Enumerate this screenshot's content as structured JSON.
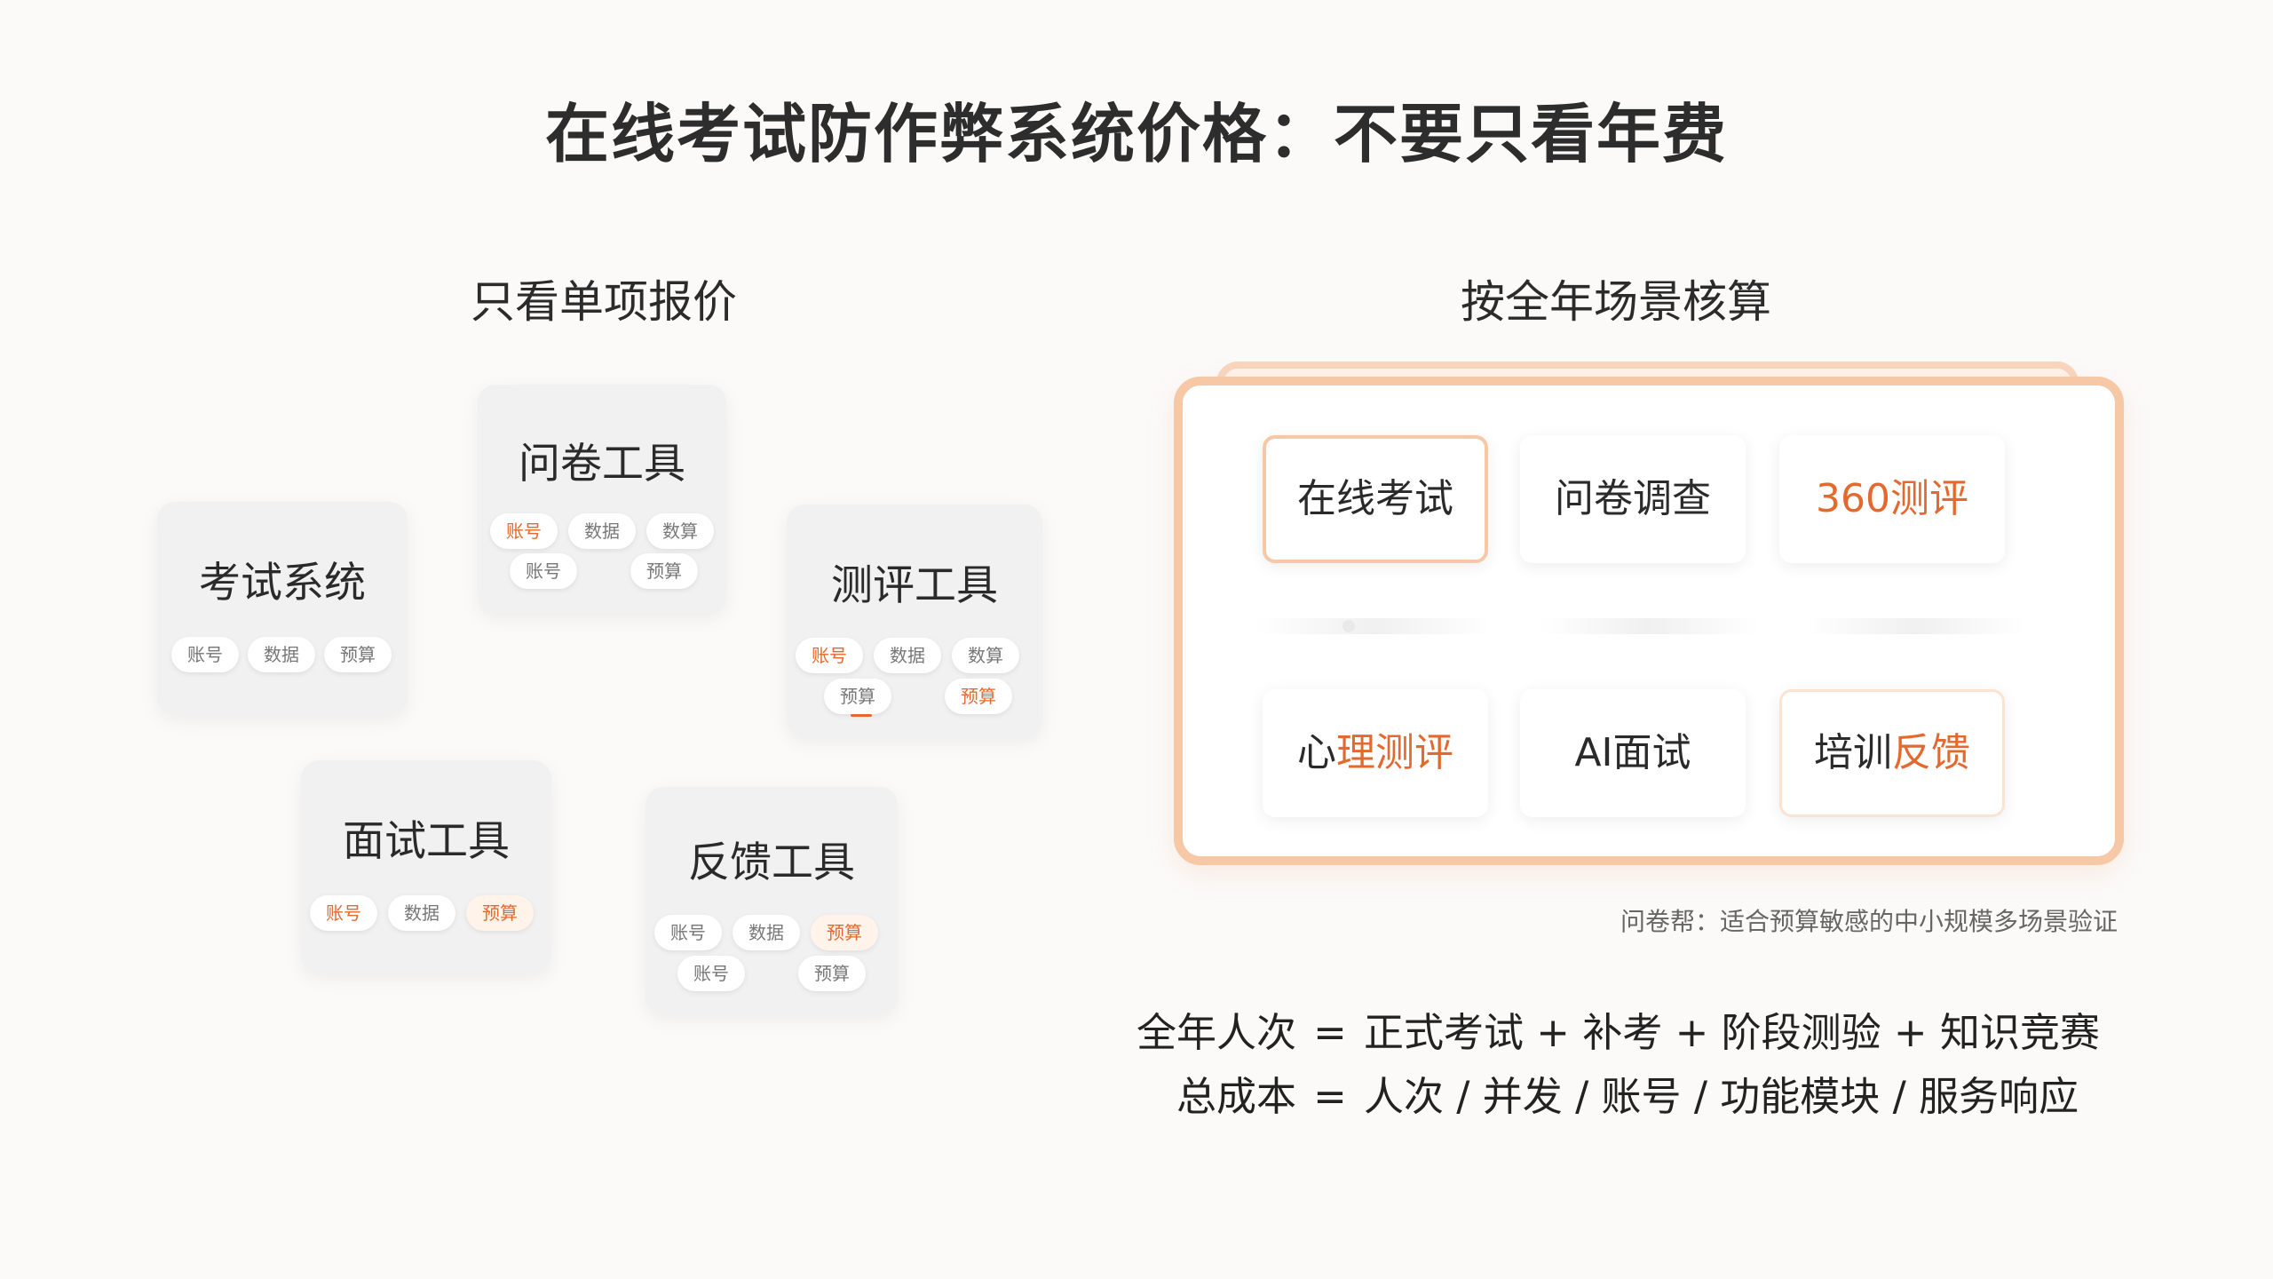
{
  "title": "在线考试防作弊系统价格：不要只看年费",
  "left": {
    "subtitle": "只看单项报价",
    "cards": [
      {
        "title": "考试系统",
        "chips": [
          "账号",
          "数据",
          "预算"
        ]
      },
      {
        "title": "问卷工具",
        "chips": [
          "账号",
          "数据",
          "数算",
          "账号",
          "预算"
        ]
      },
      {
        "title": "测评工具",
        "chips": [
          "账号",
          "数据",
          "数算",
          "预算",
          "预算"
        ]
      },
      {
        "title": "面试工具",
        "chips": [
          "账号",
          "数据",
          "预算"
        ]
      },
      {
        "title": "反馈工具",
        "chips": [
          "账号",
          "数据",
          "预算",
          "账号",
          "预算"
        ]
      }
    ]
  },
  "right": {
    "subtitle": "按全年场景核算",
    "scenes": [
      {
        "label": "在线考试"
      },
      {
        "label": "问卷调查"
      },
      {
        "label": "360测评"
      },
      {
        "label_a": "心",
        "label_b": "理测评"
      },
      {
        "label": "AI面试"
      },
      {
        "label_a": "培训",
        "label_b": "反馈"
      }
    ],
    "note": "问卷帮：适合预算敏感的中小规模多场景验证"
  },
  "formulas": [
    {
      "lhs": "全年人次",
      "eq": "=",
      "rhs": "正式考试 + 补考 + 阶段测验 + 知识竞赛"
    },
    {
      "lhs": "总成本",
      "eq": "=",
      "rhs": "人次 / 并发 / 账号 / 功能模块 / 服务响应"
    }
  ],
  "colors": {
    "accent": "#e4692e",
    "frame": "#f6c8a6",
    "card": "#f1f1f1"
  }
}
